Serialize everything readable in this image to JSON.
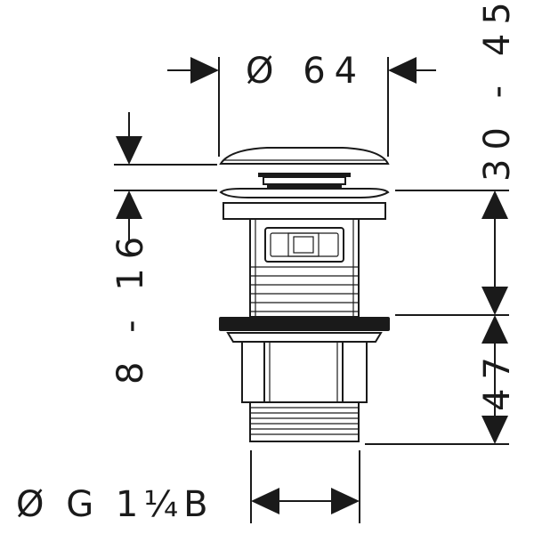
{
  "dimensions": {
    "diameter_top": "Ø 64",
    "height_range": "30 - 45",
    "adjust_range": "8 - 16",
    "bottom_height": "47",
    "thread": "Ø G 1¼B"
  }
}
